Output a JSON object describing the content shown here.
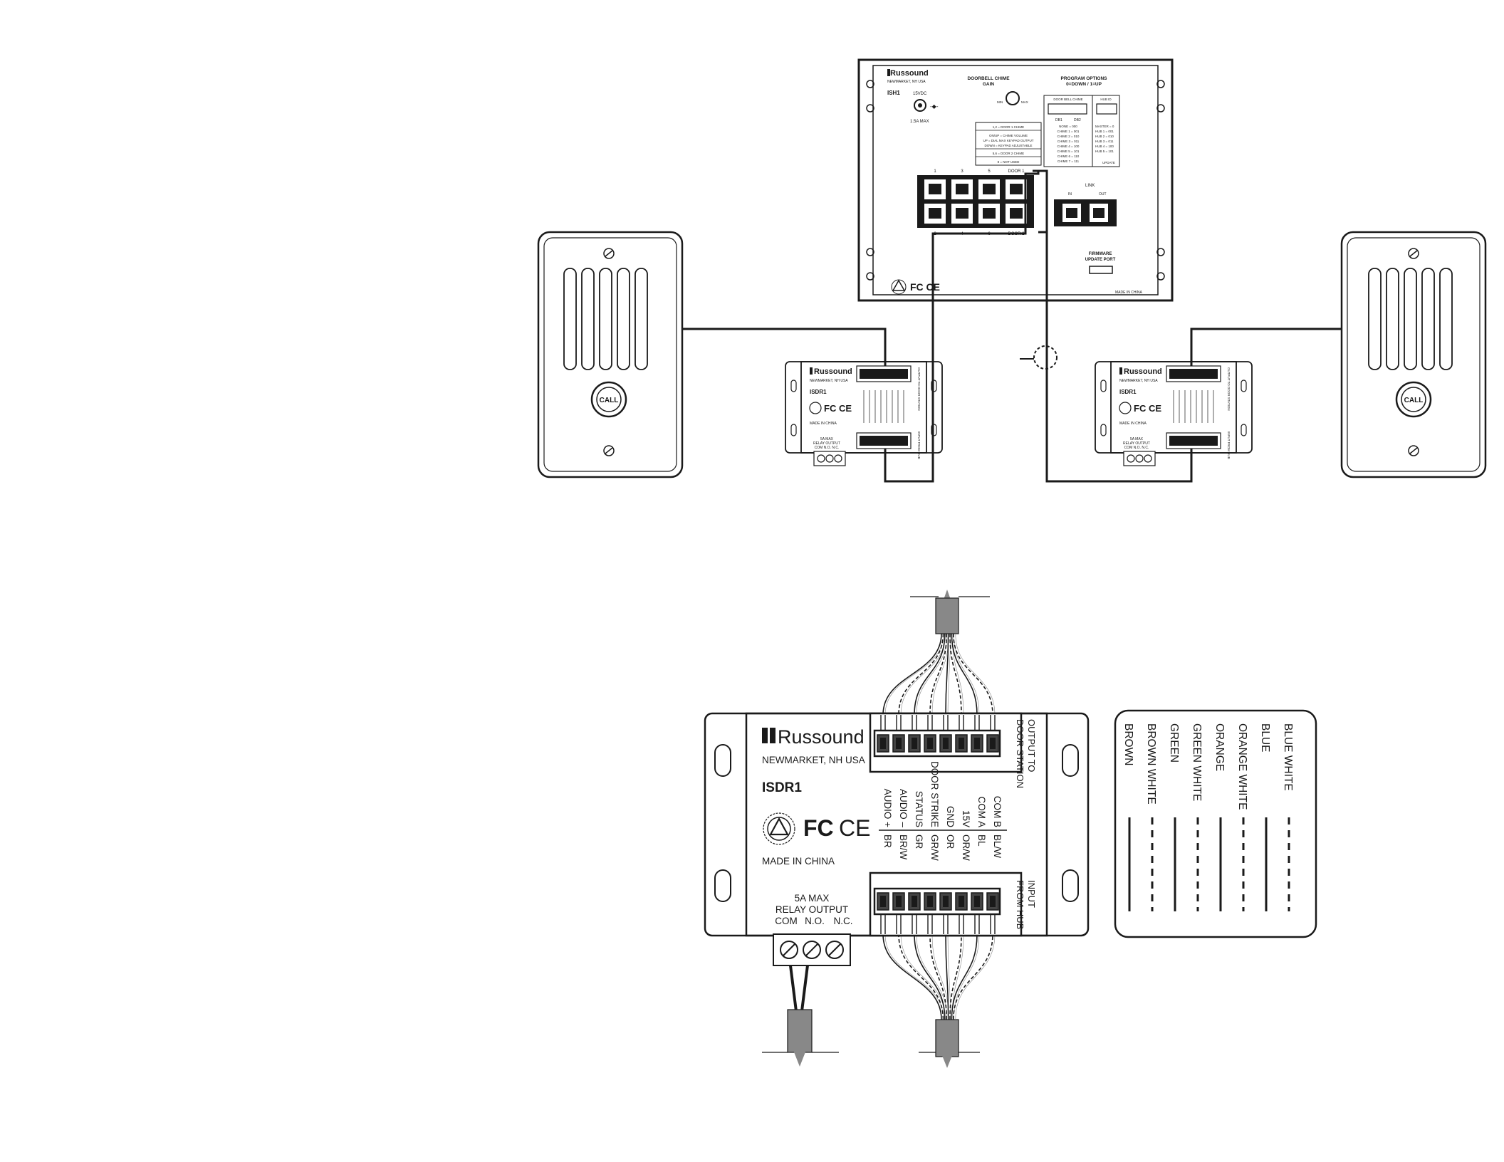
{
  "colors": {
    "stroke": "#1a1a1a",
    "plate": "#ffffff",
    "fill_dark": "#1a1a1a",
    "wire_gray": "#888888"
  },
  "hub": {
    "brand": "Russound",
    "location": "NEWMARKET, NH USA",
    "model": "ISH1",
    "power_voltage": "15VDC",
    "power_current": "1.5A MAX",
    "gain_title_1": "DOORBELL CHIME",
    "gain_title_2": "GAIN",
    "gain_min": "MIN",
    "gain_max": "MAX",
    "program_title_1": "PROGRAM OPTIONS",
    "program_title_2": "0=DOWN / 1=UP",
    "doorbell_chime_header": "DOOR BELL CHIME",
    "hub_id_header": "HUB ID",
    "dip_label_1": "DB1",
    "dip_label_2": "DB2",
    "chime_list": [
      "NONE = 000",
      "CHIME 1 = 001",
      "CHIME 2 = 010",
      "CHIME 3 = 011",
      "CHIME 4 = 100",
      "CHIME 5 = 101",
      "CHIME 6 = 110",
      "CHIME 7 = 111"
    ],
    "hubid_list": [
      "MASTER = 0",
      "HUB 1 = 001",
      "HUB 2 = 010",
      "HUB 3 = 011",
      "HUB 4 = 100",
      "HUB 5 = 101"
    ],
    "switch_notes": [
      "1,2 = DOOR 1 CHIME",
      "ON/UP = CHIME VOLUME",
      "UP = DIAL MAX KEYPAD OUTPUT",
      "DOWN = KEYPAD ADJUSTABLE",
      "5,6 = DOOR 2 CHIME",
      "8 = NOT USED"
    ],
    "update_label": "UPDATE",
    "port_top_labels": [
      "1",
      "3",
      "5",
      "DOOR 1"
    ],
    "port_bottom_labels": [
      "2",
      "4",
      "6",
      "DOOR 2"
    ],
    "link_label": "LINK",
    "link_in": "IN",
    "link_out": "OUT",
    "firmware_1": "FIRMWARE",
    "firmware_2": "UPDATE PORT",
    "made_in": "MADE IN CHINA",
    "cert": "FC CE"
  },
  "door_stations": [
    {
      "button_label": "CALL"
    },
    {
      "button_label": "CALL"
    }
  ],
  "small_isdr1": {
    "brand": "Russound",
    "location": "NEWMARKET, NH USA",
    "model": "ISDR1",
    "cert": "FC CE",
    "made_in": "MADE IN CHINA",
    "relay_1": "5A MAX",
    "relay_2": "RELAY OUTPUT",
    "relay_3": "COM  N.O.  N.C.",
    "output_label": "OUTPUT TO DOOR STATION",
    "input_label": "INPUT FROM HUB"
  },
  "detail_isdr1": {
    "brand": "Russound",
    "location": "NEWMARKET,  NH USA",
    "model": "ISDR1",
    "cert_fc": "FC",
    "cert_ce": "CE",
    "made_in": "MADE IN CHINA",
    "relay_line1": "5A MAX",
    "relay_line2": "RELAY OUTPUT",
    "relay_terms": [
      "COM",
      "N.O.",
      "N.C."
    ],
    "output_label_1": "OUTPUT TO",
    "output_label_2": "DOOR STATION",
    "input_label_1": "INPUT",
    "input_label_2": "FROM HUB",
    "pin_names": [
      "AUDIO +",
      "AUDIO –",
      "STATUS",
      "DOOR STRIKE",
      "GND",
      "15V",
      "COM A",
      "COM B"
    ],
    "pin_codes": [
      "BR",
      "BR/W",
      "GR",
      "GR/W",
      "OR",
      "OR/W",
      "BL",
      "BL/W"
    ]
  },
  "wire_legend": {
    "entries": [
      {
        "name": "BROWN",
        "pattern": "solid"
      },
      {
        "name": "BROWN WHITE",
        "pattern": "dashed"
      },
      {
        "name": "GREEN",
        "pattern": "solid"
      },
      {
        "name": "GREEN WHITE",
        "pattern": "dashed"
      },
      {
        "name": "ORANGE",
        "pattern": "solid"
      },
      {
        "name": "ORANGE WHITE",
        "pattern": "dashed"
      },
      {
        "name": "BLUE",
        "pattern": "solid"
      },
      {
        "name": "BLUE WHITE",
        "pattern": "dashed"
      }
    ]
  }
}
